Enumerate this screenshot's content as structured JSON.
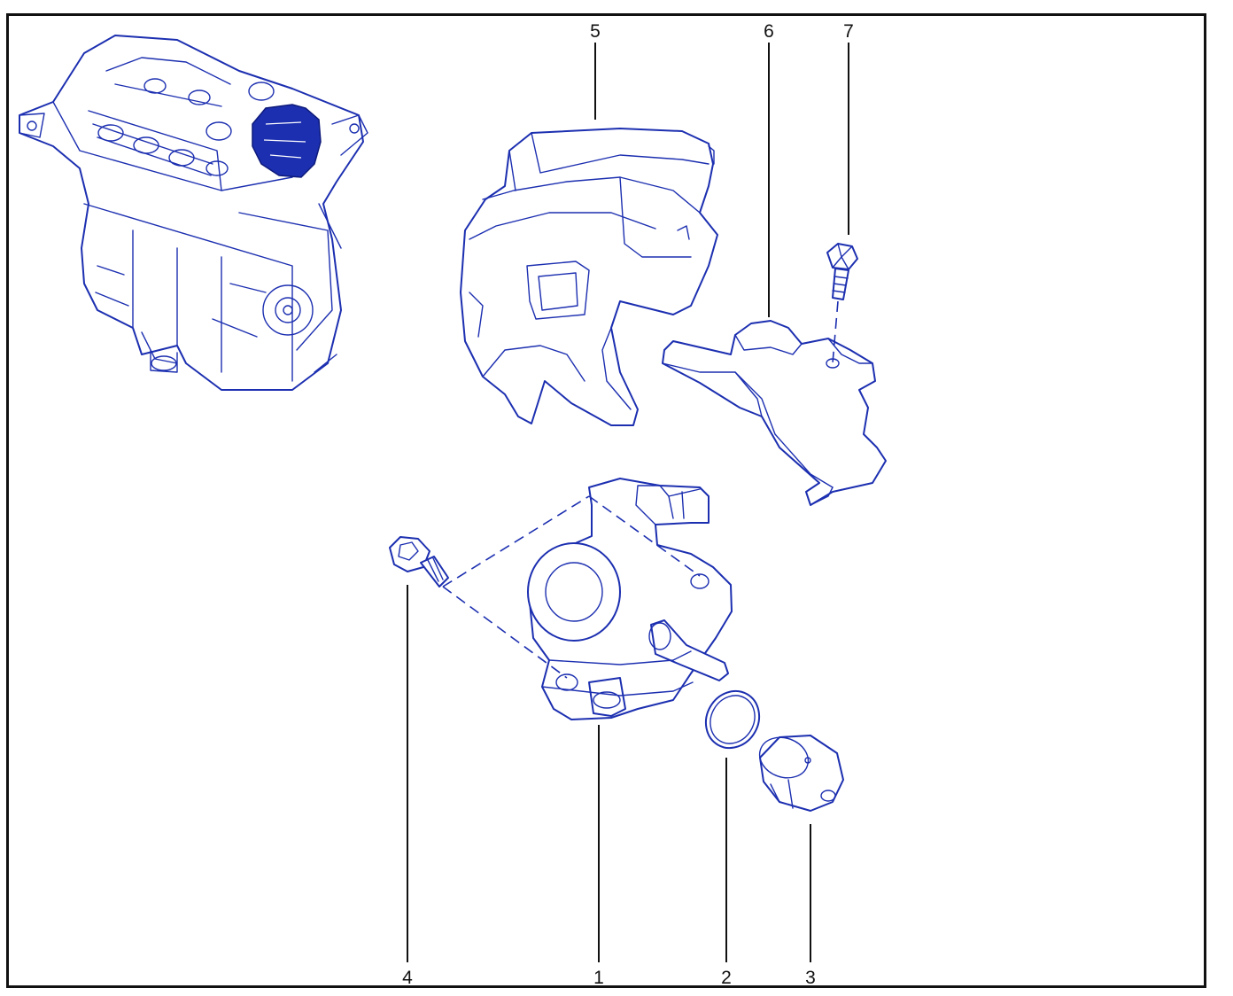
{
  "callouts": {
    "c1": "1",
    "c2": "2",
    "c3": "3",
    "c4": "4",
    "c5": "5",
    "c6": "6",
    "c7": "7"
  },
  "colors": {
    "line": "#1c2fb0",
    "highlight": "#1c2fb0",
    "frame": "#111111",
    "background": "#ffffff"
  }
}
